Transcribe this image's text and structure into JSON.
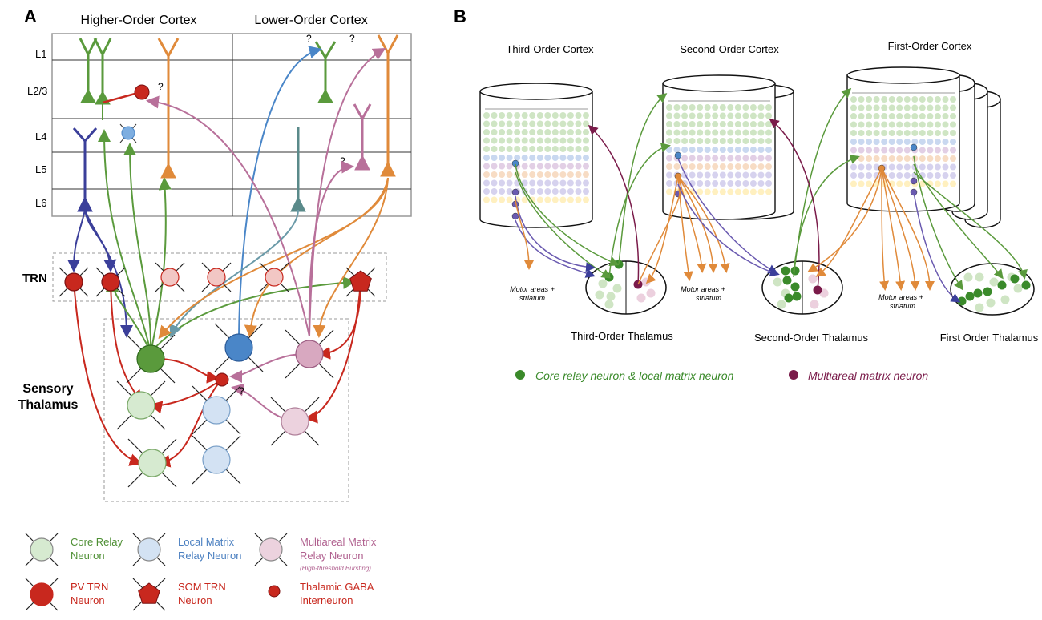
{
  "panel_a": {
    "letter": "A",
    "titles": {
      "higher": "Higher-Order Cortex",
      "lower": "Lower-Order Cortex"
    },
    "layers": [
      "L1",
      "L2/3",
      "L4",
      "L5",
      "L6"
    ],
    "trn_label": "TRN",
    "thalamus_label": [
      "Sensory",
      "Thalamus"
    ],
    "question_mark": "?"
  },
  "panel_b": {
    "letter": "B",
    "cortex_titles": [
      "Third-Order Cortex",
      "Second-Order Cortex",
      "First-Order Cortex"
    ],
    "thalamus_titles": [
      "Third-Order Thalamus",
      "Second-Order Thalamus",
      "First Order Thalamus"
    ],
    "motor_label": [
      "Motor areas +",
      "striatum"
    ],
    "legend": [
      {
        "label": "Core relay neuron & local matrix neuron",
        "color": "#3a8a2a"
      },
      {
        "label": "Multiareal matrix neuron",
        "color": "#7a1b4a"
      }
    ]
  },
  "legend_a": [
    {
      "lines": [
        "Core Relay",
        "Neuron"
      ],
      "note": "",
      "color": "#4e8f34",
      "fill": "#d6ead0",
      "shape": "circle"
    },
    {
      "lines": [
        "Local Matrix",
        "Relay Neuron"
      ],
      "note": "",
      "color": "#4a7fc0",
      "fill": "#d3e2f3",
      "shape": "circle"
    },
    {
      "lines": [
        "Multiareal Matrix",
        "Relay Neuron"
      ],
      "note": "(High-threshold Bursting)",
      "color": "#b0608f",
      "fill": "#ecd2de",
      "shape": "circle"
    },
    {
      "lines": [
        "PV TRN",
        "Neuron"
      ],
      "note": "",
      "color": "#c8281e",
      "fill": "#c8281e",
      "shape": "circle"
    },
    {
      "lines": [
        "SOM TRN",
        "Neuron"
      ],
      "note": "",
      "color": "#c8281e",
      "fill": "#c8281e",
      "shape": "pentagon"
    },
    {
      "lines": [
        "Thalamic GABA",
        "Interneuron"
      ],
      "note": "",
      "color": "#c8281e",
      "fill": "#c8281e",
      "shape": "dot"
    }
  ],
  "colors": {
    "green": "#5a9a3c",
    "blue": "#4a86c8",
    "pink": "#b8709a",
    "orange": "#e08a3a",
    "red": "#c8281e",
    "indigo": "#3b3f9a",
    "teal": "#5a8a8a"
  }
}
